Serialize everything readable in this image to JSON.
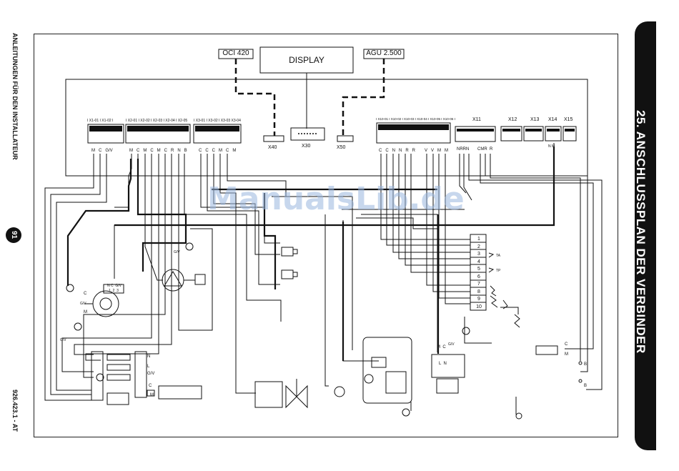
{
  "side": {
    "left_title": "ANLEITUNGEN FÜR DEN INSTALLATEUR",
    "page_number": "91",
    "doc_code": "926.423.1 - AT",
    "section_title": "25. ANSCHLUSSPLAN DER VERBINDER"
  },
  "boxes": {
    "display": "DISPLAY",
    "oci": "OCI 420",
    "agu": "AGU 2.500"
  },
  "connectors": {
    "x40": "X40",
    "x30": "X30",
    "x50": "X50",
    "x11": "X11",
    "x12": "X12",
    "x13": "X13",
    "x14": "X14",
    "x15": "X15"
  },
  "headers": {
    "g1": "I X1-01  I X1-02 I",
    "g2": "I X2-01 I X2-02 I X2-03 I X2-04  I X2-05",
    "g3": "I X3-01 I X3-02 I X3-03 X3-04",
    "g4": "I X10-01 I X10-02 I X10-03 I X10-04 I X10-05 I X10-06 I"
  },
  "pins": {
    "g1": "M   C   G/V",
    "g2": "M   C   M   C   M   C   R   N   B",
    "g3": "C   C   C   M   C   M",
    "g4": "C   C   N   N   R   R",
    "g5": "V   V   M   M",
    "x11": "NRRN",
    "x11b": "CMR  R",
    "x14": "N M",
    "x14b": "C"
  },
  "terminals": [
    "1",
    "2",
    "3",
    "4",
    "5",
    "6",
    "7",
    "8",
    "9",
    "10"
  ],
  "term_tags": {
    "ta": "TA",
    "tp": "TP"
  },
  "device_labels": {
    "fan_c": "C",
    "fan_gv": "G/V",
    "fan_m": "M",
    "fan_pins": "N C  G/V",
    "fan_pins2": "1  2  3",
    "pump_gv": "G/V",
    "gasv_gv": "G/V",
    "board_n": "N",
    "board_l": "L",
    "board_c": "C",
    "board_gv": "G/V",
    "board_m": "M",
    "ign_mc": "M  C",
    "ign_gv": "G/V",
    "ign_ln": "L  N",
    "sensor_c": "C",
    "sensor_m": "M",
    "b1": "B",
    "b2": "B",
    "gv_left": "G/V",
    "cm": "C M"
  },
  "watermark": "ManualsLib.de"
}
